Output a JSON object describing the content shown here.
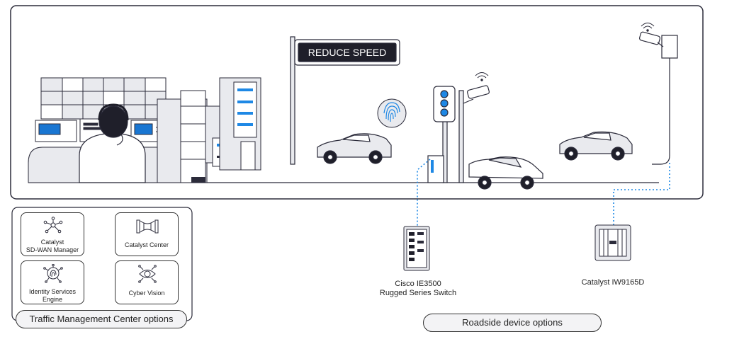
{
  "scene": {
    "sign_text": "REDUCE SPEED"
  },
  "tmc": {
    "items": [
      {
        "label": "Catalyst SD-WAN Manager",
        "line1": "Catalyst",
        "line2": "SD-WAN Manager",
        "icon": "network-icon"
      },
      {
        "label": "Catalyst Center",
        "line1": "Catalyst Center",
        "line2": "",
        "icon": "catalyst-center-icon"
      },
      {
        "label": "Identity Services Engine",
        "line1": "Identity Services",
        "line2": "Engine",
        "icon": "fingerprint-icon"
      },
      {
        "label": "Cyber Vision",
        "line1": "Cyber Vision",
        "line2": "",
        "icon": "eye-icon"
      }
    ],
    "pill_label": "Traffic Management Center options"
  },
  "roadside": {
    "switch_line1": "Cisco IE3500",
    "switch_line2": "Rugged Series Switch",
    "ap_label": "Catalyst IW9165D",
    "pill_label": "Roadside device options"
  },
  "colors": {
    "accent_blue": "#1e88e5",
    "outline": "#2b2b3a",
    "panel_gray": "#e9eaee",
    "screen_blue": "#1976d2"
  }
}
